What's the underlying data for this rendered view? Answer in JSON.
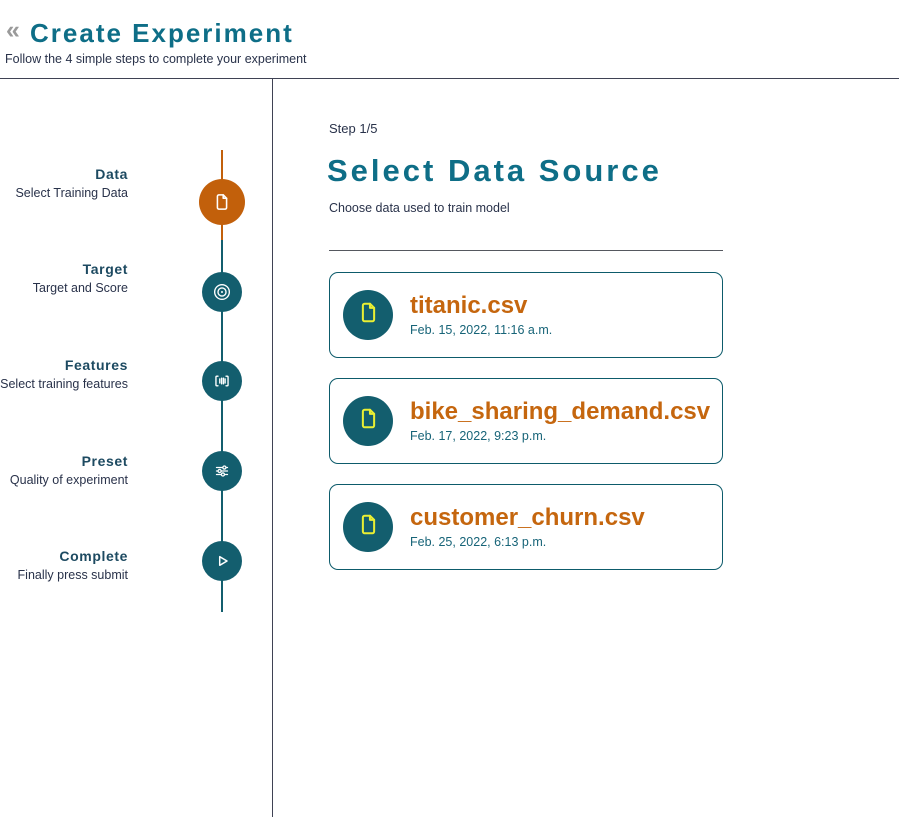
{
  "header": {
    "back_icon": "«",
    "title": "Create Experiment",
    "subtitle": "Follow the 4 simple steps to complete your experiment"
  },
  "stepper": {
    "steps": [
      {
        "label": "Data",
        "sublabel": "Select Training Data",
        "icon": "file-icon",
        "state": "active"
      },
      {
        "label": "Target",
        "sublabel": "Target and Score",
        "icon": "target-icon",
        "state": "upcoming"
      },
      {
        "label": "Features",
        "sublabel": "Select training features",
        "icon": "barcode-icon",
        "state": "upcoming"
      },
      {
        "label": "Preset",
        "sublabel": "Quality of experiment",
        "icon": "sliders-icon",
        "state": "upcoming"
      },
      {
        "label": "Complete",
        "sublabel": "Finally press submit",
        "icon": "play-icon",
        "state": "upcoming"
      }
    ]
  },
  "main": {
    "step_indicator": "Step 1/5",
    "title": "Select Data Source",
    "subtitle": "Choose data used to train model",
    "datasets": [
      {
        "name": "titanic.csv",
        "date": "Feb. 15, 2022, 11:16 a.m."
      },
      {
        "name": "bike_sharing_demand.csv",
        "date": "Feb. 17, 2022, 9:23 p.m."
      },
      {
        "name": "customer_churn.csv",
        "date": "Feb. 25, 2022, 6:13 p.m."
      }
    ]
  },
  "colors": {
    "accent_orange": "#c2600b",
    "title_orange": "#c5660e",
    "teal": "#135e6e",
    "heading_teal": "#0e6e87",
    "file_icon_yellow": "#e9ef33",
    "dark_text": "#29324a",
    "divider_dark": "#3f4254"
  }
}
